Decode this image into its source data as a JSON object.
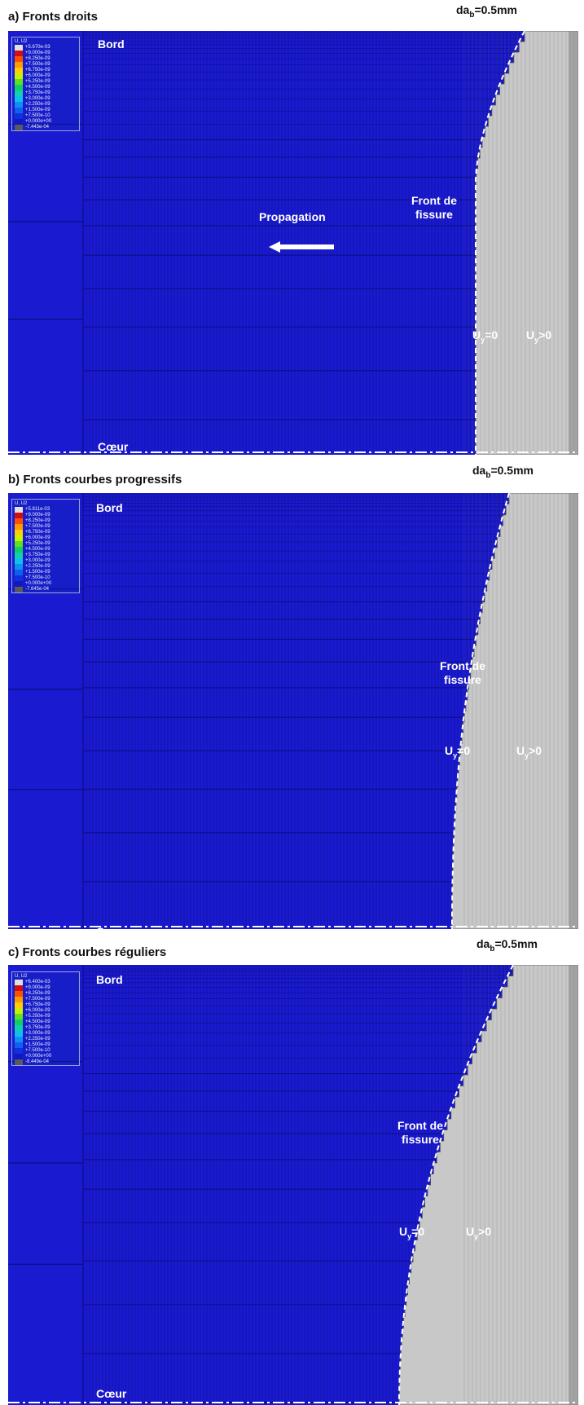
{
  "panels": [
    {
      "title": "a) Fronts droits",
      "da_label": "da",
      "da_sub": "b",
      "da_value": "=0.5mm",
      "edge_label": "Bord",
      "core_label": "Cœur",
      "front_label_line1": "Front de",
      "front_label_line2": "fissure",
      "propagation_label": "Propagation",
      "uy_zero_label": "U",
      "uy_zero_sub": "y",
      "uy_zero_suffix": "=0",
      "uy_pos_label": "U",
      "uy_pos_sub": "y",
      "uy_pos_suffix": ">0",
      "legend": {
        "title": "U, U2",
        "values": [
          "+5.670e-03",
          "+9.000e-09",
          "+8.250e-09",
          "+7.500e-09",
          "+6.750e-09",
          "+6.000e-09",
          "+5.250e-09",
          "+4.500e-09",
          "+3.750e-09",
          "+3.000e-09",
          "+2.250e-09",
          "+1.500e-09",
          "+7.500e-10",
          "+0.000e+00",
          "-7.443e-04"
        ]
      }
    },
    {
      "title": "b) Fronts courbes progressifs",
      "da_label": "da",
      "da_sub": "b",
      "da_value": "=0.5mm",
      "edge_label": "Bord",
      "core_label": "Cœur",
      "front_label_line1": "Front de",
      "front_label_line2": "fissure",
      "uy_zero_label": "U",
      "uy_zero_sub": "y",
      "uy_zero_suffix": "=0",
      "uy_pos_label": "U",
      "uy_pos_sub": "y",
      "uy_pos_suffix": ">0",
      "legend": {
        "title": "U, U2",
        "values": [
          "+5.811e-03",
          "+9.000e-09",
          "+8.250e-09",
          "+7.500e-09",
          "+6.750e-09",
          "+6.000e-09",
          "+5.250e-09",
          "+4.500e-09",
          "+3.750e-09",
          "+3.000e-09",
          "+2.250e-09",
          "+1.500e-09",
          "+7.500e-10",
          "+0.000e+00",
          "-7.645e-04"
        ]
      }
    },
    {
      "title": "c) Fronts courbes réguliers",
      "da_label": "da",
      "da_sub": "b",
      "da_value": "=0.5mm",
      "edge_label": "Bord",
      "core_label": "Cœur",
      "front_label_line1": "Front de",
      "front_label_line2": "fissure",
      "uy_zero_label": "U",
      "uy_zero_sub": "y",
      "uy_zero_suffix": "=0",
      "uy_pos_label": "U",
      "uy_pos_sub": "y",
      "uy_pos_suffix": ">0",
      "legend": {
        "title": "U, U2",
        "values": [
          "+6.400e-03",
          "+9.000e-09",
          "+8.250e-09",
          "+7.500e-09",
          "+6.750e-09",
          "+6.000e-09",
          "+5.250e-09",
          "+4.500e-09",
          "+3.750e-09",
          "+3.000e-09",
          "+2.250e-09",
          "+1.500e-09",
          "+7.500e-10",
          "+0.000e+00",
          "-8.449e-04"
        ]
      }
    }
  ],
  "colors": {
    "mesh_blue": "#1a1ad0",
    "mesh_line": "#0a0a70",
    "cracked_grey": "#c8c8c8",
    "legend_scale": [
      "#e0e0e0",
      "#d01010",
      "#ff5000",
      "#ff9a00",
      "#ffd000",
      "#c8f000",
      "#60e020",
      "#10d060",
      "#10d0b0",
      "#10c0e8",
      "#1090f0",
      "#1060f0",
      "#1030e0",
      "#1018c0",
      "#5a5a5a"
    ]
  }
}
